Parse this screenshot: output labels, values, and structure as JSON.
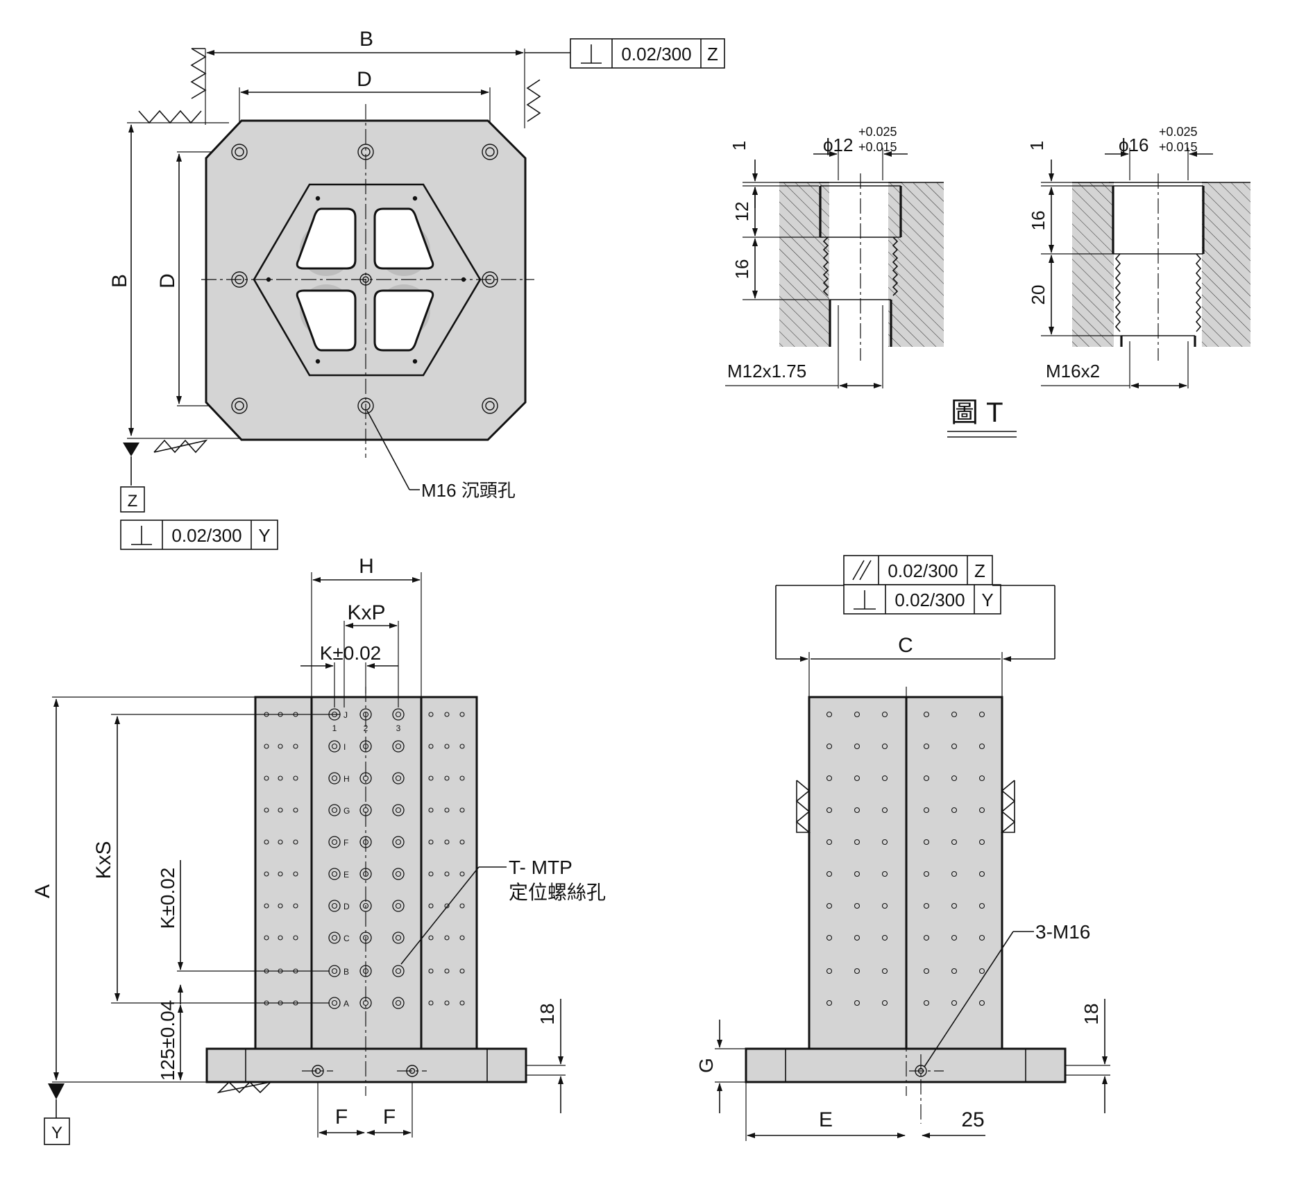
{
  "top_view": {
    "dim_B": "B",
    "dim_D": "D",
    "tolerance_frame": {
      "symbol": "⊥",
      "value": "0.02/300",
      "datum": "Z"
    },
    "datum_z_label": "Z",
    "bottom_tolerance": {
      "symbol": "⊥",
      "value": "0.02/300",
      "datum": "Y"
    },
    "callout_m16": "M16 沉頭孔"
  },
  "detail_T": {
    "left": {
      "dia_label": "ϕ12",
      "tol_upper": "+0.025",
      "tol_lower": "+0.015",
      "dim_1": "1",
      "dim_12": "12",
      "dim_16": "16",
      "thread_label": "M12x1.75"
    },
    "right": {
      "dia_label": "ϕ16",
      "tol_upper": "+0.025",
      "tol_lower": "+0.015",
      "dim_1": "1",
      "dim_16": "16",
      "dim_20": "20",
      "thread_label": "M16x2"
    },
    "figure_label": "圖 T"
  },
  "front_view": {
    "dim_H": "H",
    "dim_KxP": "KxP",
    "dim_K": "K±0.02",
    "dim_A": "A",
    "dim_KxS": "KxS",
    "dim_K_vert": "K±0.02",
    "dim_125": "125±0.04",
    "dim_18": "18",
    "dim_F_left": "F",
    "dim_F_right": "F",
    "datum_y_label": "Y",
    "callout_line1": "T- MTP",
    "callout_line2": "定位螺絲孔",
    "row_letters": [
      "J",
      "I",
      "H",
      "G",
      "F",
      "E",
      "D",
      "C",
      "B",
      "A"
    ],
    "col_numbers": [
      "1",
      "2",
      "3"
    ]
  },
  "side_view": {
    "tolerance_parallel": {
      "symbol": "//",
      "value": "0.02/300",
      "datum": "Z"
    },
    "tolerance_perp": {
      "symbol": "⊥",
      "value": "0.02/300",
      "datum": "Y"
    },
    "dim_C": "C",
    "dim_G": "G",
    "dim_18": "18",
    "dim_E": "E",
    "dim_25": "25",
    "callout_3m16": "3-M16"
  }
}
